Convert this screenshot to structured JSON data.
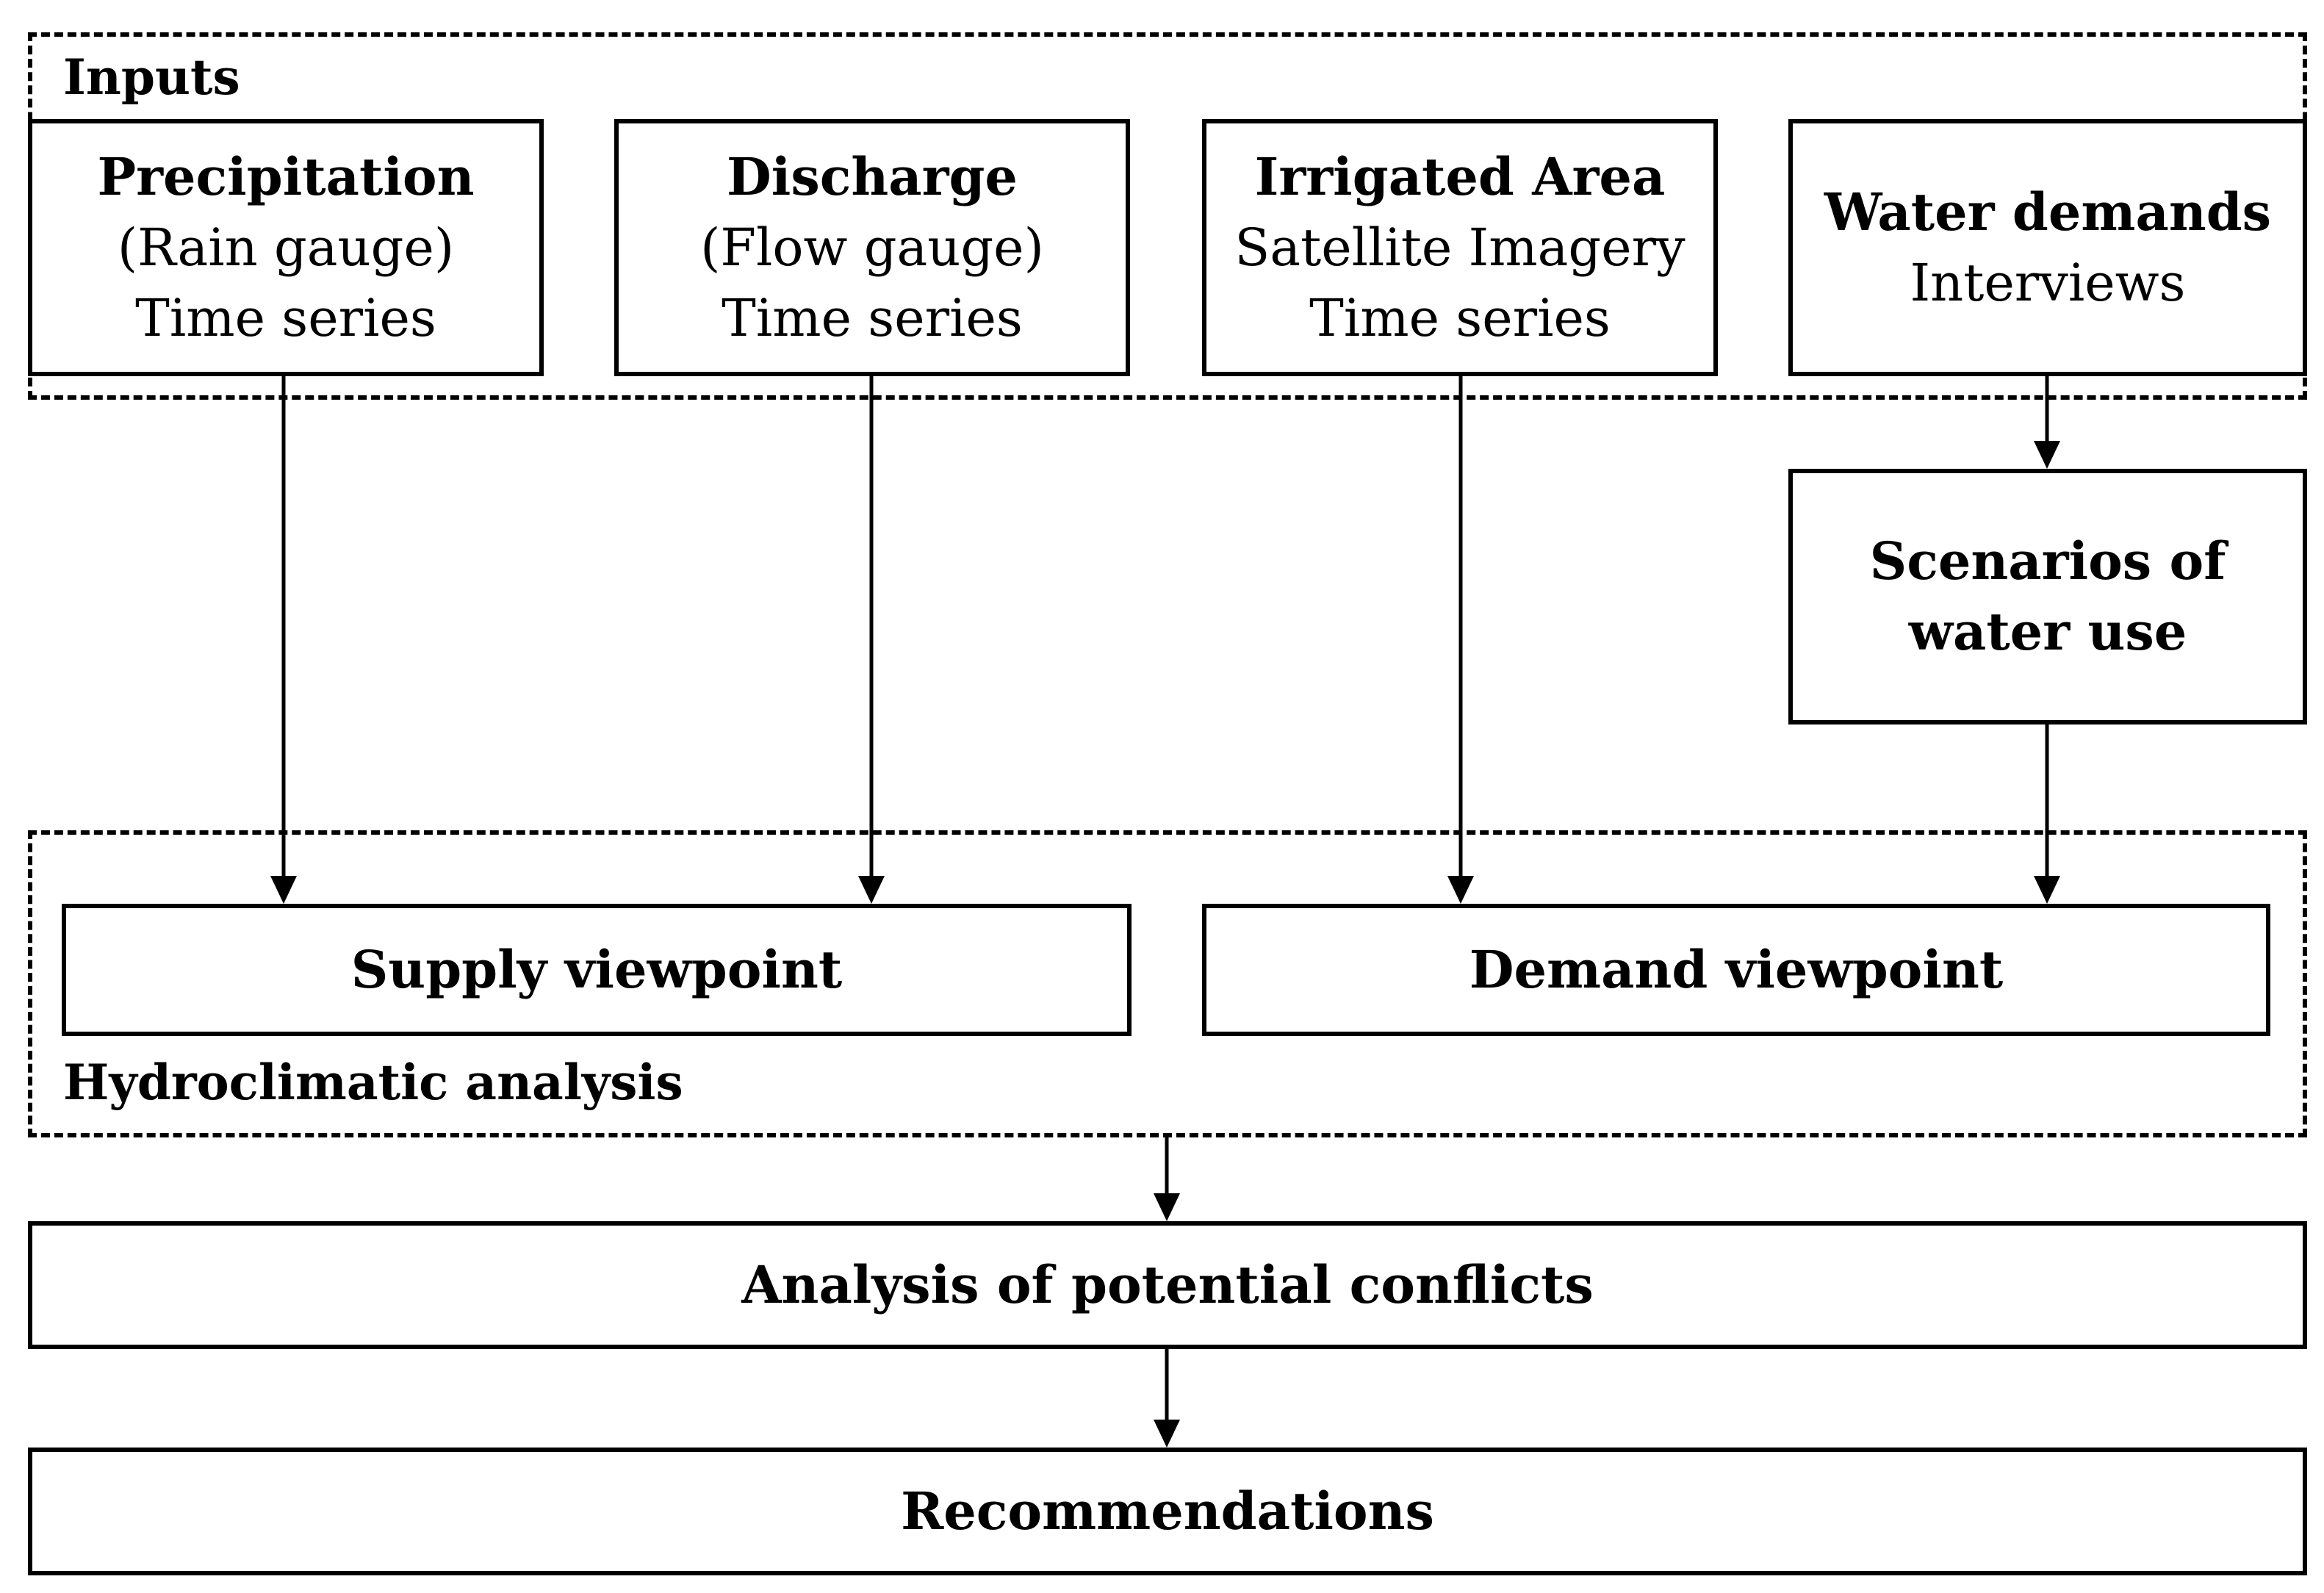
{
  "groups": {
    "inputs": {
      "label": "Inputs"
    },
    "hydroclimatic": {
      "label": "Hydroclimatic analysis"
    }
  },
  "boxes": {
    "precipitation": {
      "title": "Precipitation",
      "line1": "(Rain gauge)",
      "line2": "Time series"
    },
    "discharge": {
      "title": "Discharge",
      "line1": "(Flow gauge)",
      "line2": "Time series"
    },
    "irrigated": {
      "title": "Irrigated Area",
      "line1": "Satellite Imagery",
      "line2": "Time series"
    },
    "water_demands": {
      "title": "Water demands",
      "line1": "Interviews"
    },
    "scenarios": {
      "line1": "Scenarios of",
      "line2": "water use"
    },
    "supply": {
      "title": "Supply viewpoint"
    },
    "demand": {
      "title": "Demand viewpoint"
    },
    "conflicts": {
      "title": "Analysis of potential conflicts"
    },
    "recommendations": {
      "title": "Recommendations"
    }
  },
  "colors": {
    "stroke": "#000000",
    "background": "#ffffff"
  }
}
